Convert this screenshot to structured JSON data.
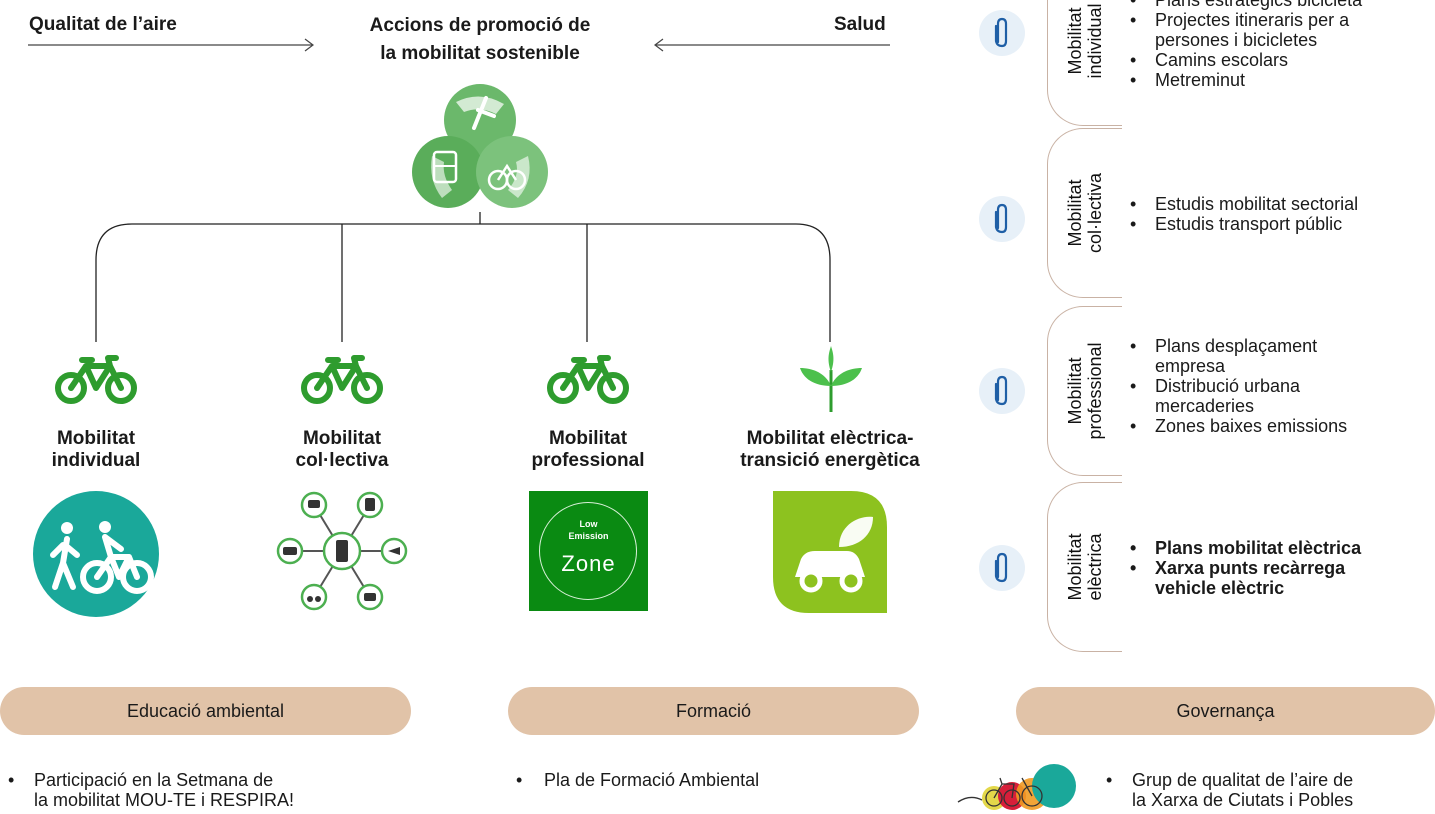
{
  "header": {
    "left": "Qualitat de l’aire",
    "center_line1": "Accions de promoció de",
    "center_line2": "la mobilitat sostenible",
    "right": "Salud"
  },
  "categories": [
    {
      "line1": "Mobilitat",
      "line2": "individual",
      "icon": "bicycle-icon",
      "image": "pedestrian-cyclist-sign"
    },
    {
      "line1": "Mobilitat",
      "line2": "col·lectiva",
      "icon": "bicycle-icon",
      "image": "multimodal-transport-network"
    },
    {
      "line1": "Mobilitat",
      "line2": "professional",
      "icon": "bicycle-icon",
      "image": "low-emission-zone-sign",
      "zone_sign": {
        "line1": "Low",
        "line2": "Emission",
        "line3": "Zone"
      }
    },
    {
      "line1": "Mobilitat elèctrica-",
      "line2": "transició energètica",
      "icon": "sprout-icon",
      "image": "electric-car-leaf"
    }
  ],
  "right_panel": [
    {
      "tab_line1": "Mobilitat",
      "tab_line2": "individual",
      "items": [
        "Plans estratègics bicicleta",
        "Projectes itineraris per a",
        "persones i bicicletes",
        "Camins escolars",
        "Metreminut"
      ]
    },
    {
      "tab_line1": "Mobilitat",
      "tab_line2": "col·lectiva",
      "items": [
        "Estudis mobilitat sectorial",
        "Estudis transport públic"
      ]
    },
    {
      "tab_line1": "Mobilitat",
      "tab_line2": "professional",
      "items": [
        "Plans desplaçament",
        "empresa",
        "Distribució urbana",
        "mercaderies",
        "Zones baixes emissions"
      ]
    },
    {
      "tab_line1": "Mobilitat",
      "tab_line2": "elèctrica",
      "items": [
        "Plans mobilitat elèctrica",
        "Xarxa punts recàrrega",
        "vehicle elèctric"
      ]
    }
  ],
  "bottom": [
    {
      "title": "Educació ambiental",
      "line1": "Participació en la Setmana de",
      "line2": "la mobilitat MOU-TE i RESPIRA!"
    },
    {
      "title": "Formació",
      "line1": "Pla de Formació Ambiental",
      "line2": ""
    },
    {
      "title": "Governança",
      "line1": "Grup de qualitat de l’aire de",
      "line2": "la Xarxa de Ciutats i Pobles"
    }
  ],
  "colors": {
    "green": "#2e9c2e",
    "pill": "#e1c3a8",
    "teal": "#1aa89a",
    "lez_green": "#0a8a12",
    "lime": "#8dc21f",
    "tab_border": "#c9b2a4"
  }
}
